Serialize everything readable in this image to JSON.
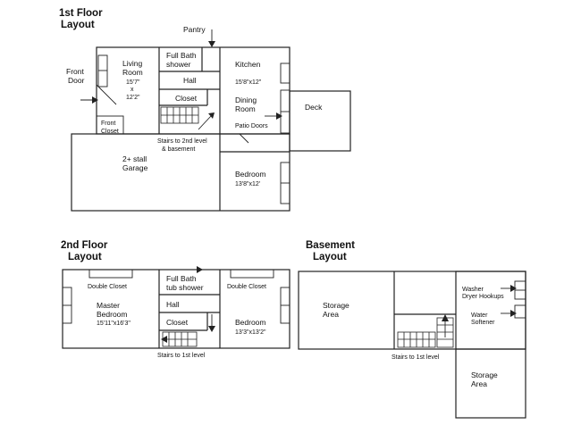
{
  "floor1": {
    "title_line1": "1st Floor",
    "title_line2": "Layout",
    "pantry": "Pantry",
    "front_door_1": "Front",
    "front_door_2": "Door",
    "living_room_1": "Living",
    "living_room_2": "Room",
    "living_dim_1": "15'7\"",
    "living_dim_x": "x",
    "living_dim_2": "12'2\"",
    "full_bath_1": "Full Bath",
    "full_bath_2": "shower",
    "hall": "Hall",
    "closet": "Closet",
    "front_closet_1": "Front",
    "front_closet_2": "Closet",
    "kitchen": "Kitchen",
    "kitchen_dim": "15'8\"x12\"",
    "dining_1": "Dining",
    "dining_2": "Room",
    "patio_doors": "Patio Doors",
    "deck": "Deck",
    "stairs_1": "Stairs to 2nd level",
    "stairs_2": "& basement",
    "garage_1": "2+ stall",
    "garage_2": "Garage",
    "bedroom": "Bedroom",
    "bedroom_dim": "13'8\"x12'"
  },
  "floor2": {
    "title_line1": "2nd Floor",
    "title_line2": "Layout",
    "double_closet_left": "Double Closet",
    "master_1": "Master",
    "master_2": "Bedroom",
    "master_dim": "15'11\"x16'3\"",
    "full_bath_1": "Full Bath",
    "full_bath_2": "tub shower",
    "hall": "Hall",
    "closet": "Closet",
    "double_closet_right": "Double Closet",
    "bedroom": "Bedroom",
    "bedroom_dim": "13'3\"x13'2\"",
    "stairs": "Stairs to 1st level"
  },
  "basement": {
    "title_line1": "Basement",
    "title_line2": "Layout",
    "storage_1": "Storage",
    "storage_2": "Area",
    "washer_1": "Washer",
    "washer_2": "Dryer Hookups",
    "water_1": "Water",
    "water_2": "Softener",
    "storage2_1": "Storage",
    "storage2_2": "Area",
    "stairs": "Stairs to 1st level"
  }
}
